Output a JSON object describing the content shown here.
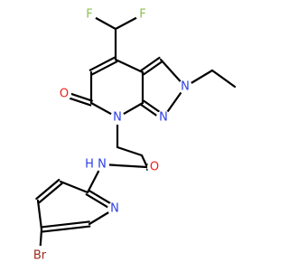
{
  "structure": {
    "atom_labels": {
      "F1": "F",
      "F2": "F",
      "N_pyrazole_1": "N",
      "N_pyrazole_2": "N",
      "O_ketone": "O",
      "N_lactam": "N",
      "O_amide": "O",
      "N_amide_H": "N",
      "H_amide": "H",
      "N_pyridine": "N",
      "Br": "Br"
    }
  },
  "colors": {
    "bond": "#000000",
    "fluorine": "#8EC24A",
    "nitrogen": "#2C3EE6",
    "oxygen": "#E8231D",
    "bromine": "#9B2A1E",
    "background": "#FFFFFF"
  }
}
